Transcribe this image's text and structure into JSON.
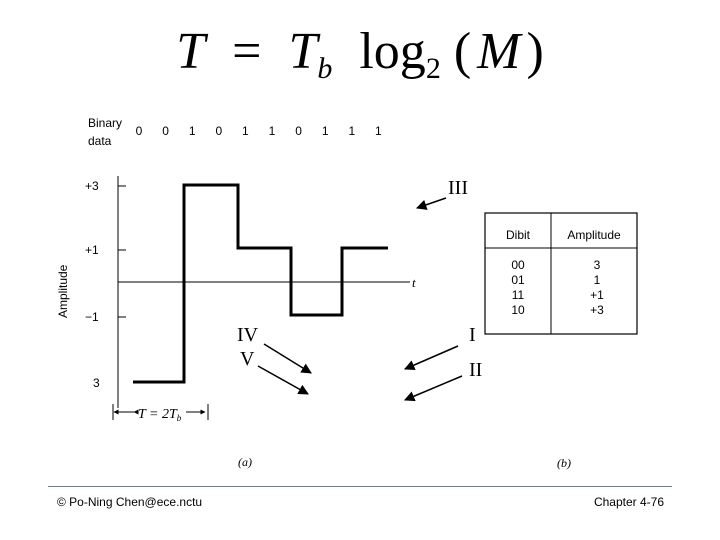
{
  "formula": {
    "T": "T",
    "eq": "=",
    "Tb_T": "T",
    "Tb_sub": "b",
    "log": "log",
    "log_sub": "2",
    "lparen": "(",
    "M": "M",
    "rparen": ")"
  },
  "waveform": {
    "binary_label_line1": "Binary",
    "binary_label_line2": "data",
    "bits": [
      "0",
      "0",
      "1",
      "0",
      "1",
      "1",
      "0",
      "1",
      "1",
      "1"
    ],
    "y_axis_label": "Amplitude",
    "y_ticks": [
      "+3",
      "+1",
      "−1",
      "3"
    ],
    "t_label": "t",
    "period_label": "T = 2T",
    "period_sub": "b",
    "caption": "(a)"
  },
  "table": {
    "headers": [
      "Dibit",
      "Amplitude"
    ],
    "rows": [
      {
        "dibit": "00",
        "amplitude": "3"
      },
      {
        "dibit": "01",
        "amplitude": "1"
      },
      {
        "dibit": "11",
        "amplitude": "+1"
      },
      {
        "dibit": "10",
        "amplitude": "+3"
      }
    ],
    "caption": "(b)"
  },
  "annotations": {
    "III": "III",
    "IV": "IV",
    "V": "V",
    "I": "I",
    "II": "II"
  },
  "footer": {
    "left": "© Po-Ning Chen@ece.nctu",
    "right": "Chapter 4-76"
  }
}
